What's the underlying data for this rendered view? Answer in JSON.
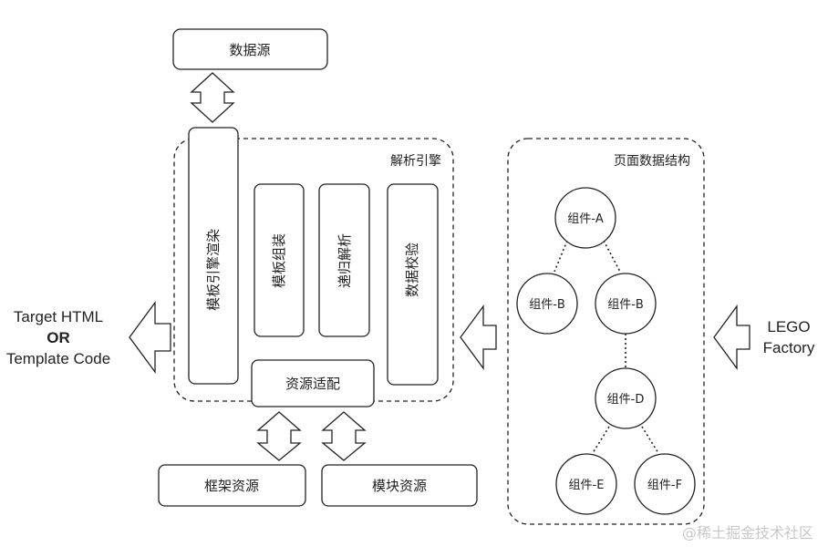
{
  "nodes": {
    "data_source": "数据源",
    "parse_engine": "解析引擎",
    "template_render": "模板引擎渲染",
    "template_assembly": "模板组装",
    "recursive_parse": "递归解析",
    "data_validation": "数据校验",
    "resource_adapt": "资源适配",
    "framework_resource": "框架资源",
    "module_resource": "模块资源",
    "page_data_structure": "页面数据结构"
  },
  "components": {
    "a": "组件-A",
    "b1": "组件-B",
    "b2": "组件-B",
    "d": "组件-D",
    "e": "组件-E",
    "f": "组件-F"
  },
  "left_output": {
    "line1": "Target HTML",
    "line2": "OR",
    "line3": "Template Code"
  },
  "right_input": {
    "line1": "LEGO",
    "line2": "Factory"
  },
  "watermark": "@稀土掘金技术社区"
}
